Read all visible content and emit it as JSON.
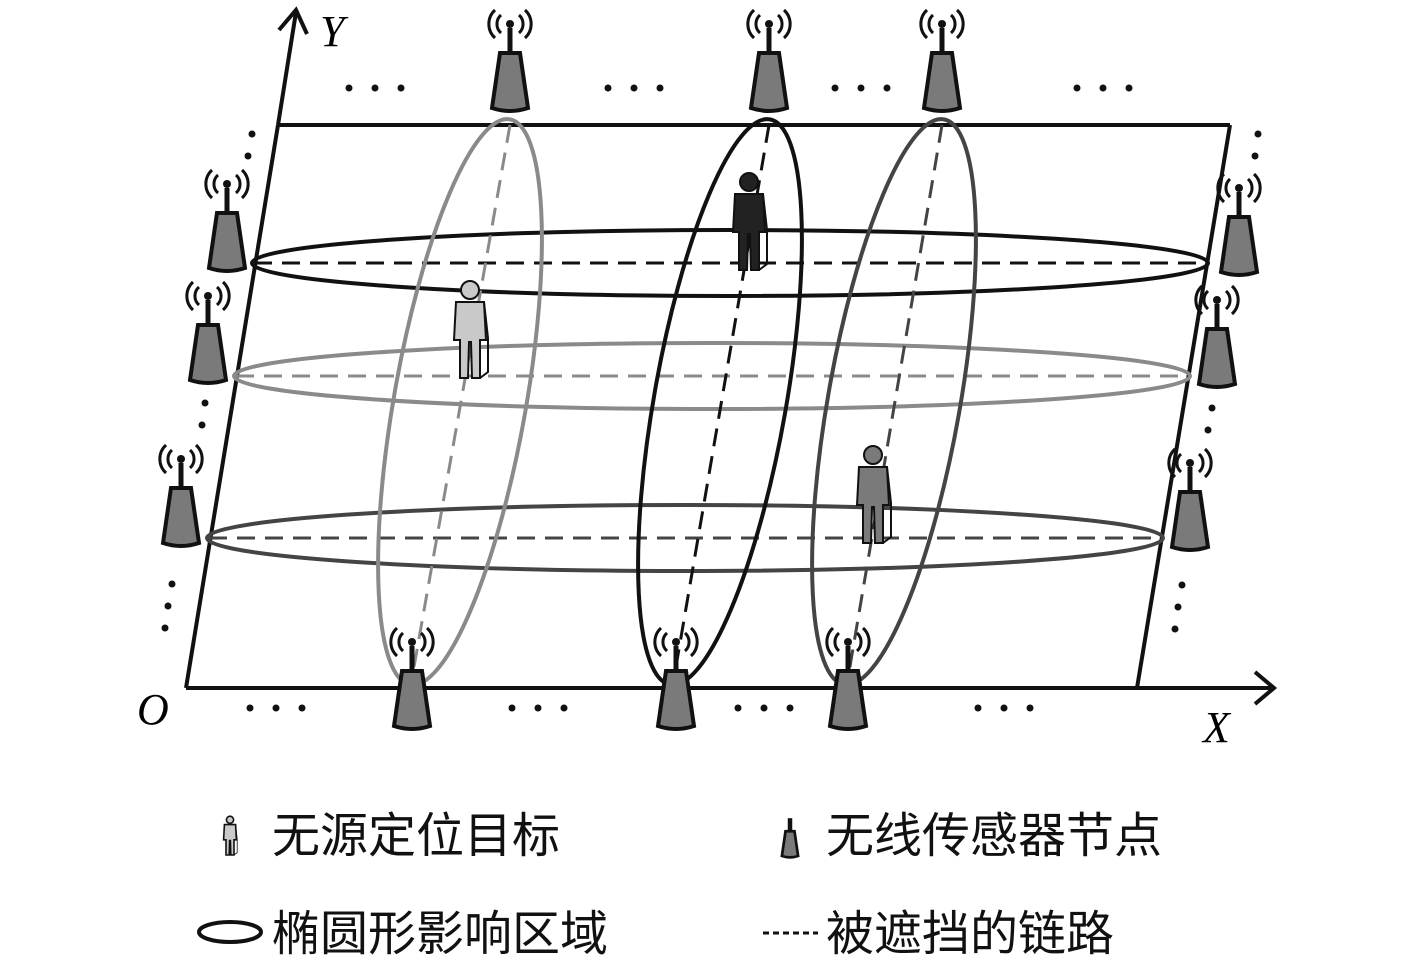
{
  "axes": {
    "x_label": "X",
    "y_label": "Y",
    "origin_label": "O"
  },
  "colors": {
    "light": "#8a8a8a",
    "dark": "#1a1a1a",
    "mid": "#444444",
    "node_fill": "#7a7a7a"
  },
  "legend": {
    "target": "无源定位目标",
    "node": "无线传感器节点",
    "ellipse": "椭圆形影响区域",
    "link": "被遮挡的链路"
  },
  "icons": [
    "person-icon",
    "antenna-node-icon"
  ]
}
